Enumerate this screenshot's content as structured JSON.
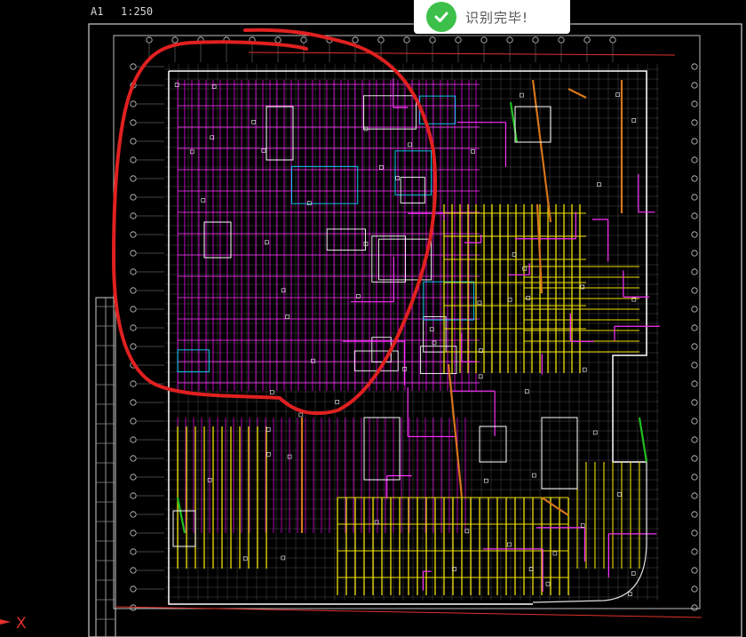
{
  "titlebar": {
    "sheet": "A1",
    "scale": "1:250"
  },
  "notification": {
    "message": "识别完毕!",
    "icon": "check-circle-icon",
    "color": "#3cc04a"
  },
  "axis": {
    "x_label": "X",
    "color": "#e0322d"
  },
  "drawing": {
    "type": "cad-floor-plan",
    "highlight": "red-freehand-loop",
    "layer_colors": [
      "#ff00ff",
      "#ffff00",
      "#ffffff",
      "#00ffff",
      "#ff8000",
      "#00c000"
    ]
  }
}
